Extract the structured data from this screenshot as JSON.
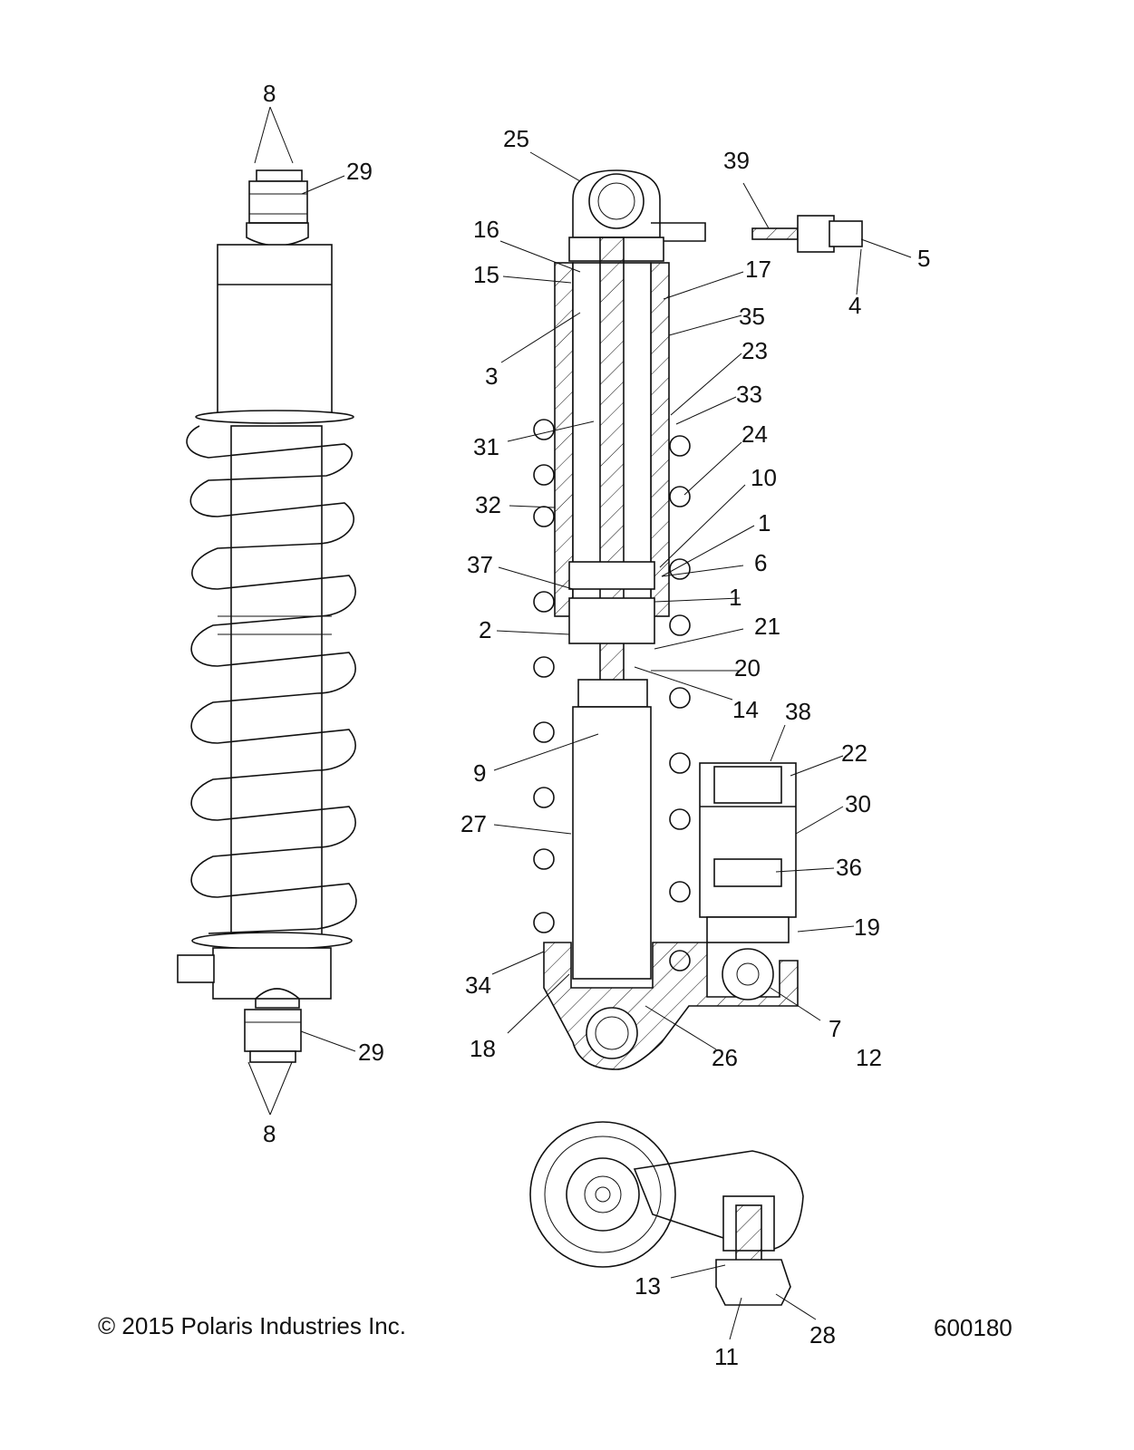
{
  "callouts": [
    {
      "id": "c-8-top",
      "text": "8"
    },
    {
      "id": "c-29-top",
      "text": "29"
    },
    {
      "id": "c-25",
      "text": "25"
    },
    {
      "id": "c-39",
      "text": "39"
    },
    {
      "id": "c-16",
      "text": "16"
    },
    {
      "id": "c-5",
      "text": "5"
    },
    {
      "id": "c-15",
      "text": "15"
    },
    {
      "id": "c-17",
      "text": "17"
    },
    {
      "id": "c-4",
      "text": "4"
    },
    {
      "id": "c-35",
      "text": "35"
    },
    {
      "id": "c-3",
      "text": "3"
    },
    {
      "id": "c-23",
      "text": "23"
    },
    {
      "id": "c-33",
      "text": "33"
    },
    {
      "id": "c-31",
      "text": "31"
    },
    {
      "id": "c-24",
      "text": "24"
    },
    {
      "id": "c-10",
      "text": "10"
    },
    {
      "id": "c-32",
      "text": "32"
    },
    {
      "id": "c-1-a",
      "text": "1"
    },
    {
      "id": "c-37",
      "text": "37"
    },
    {
      "id": "c-6",
      "text": "6"
    },
    {
      "id": "c-1-b",
      "text": "1"
    },
    {
      "id": "c-2",
      "text": "2"
    },
    {
      "id": "c-21",
      "text": "21"
    },
    {
      "id": "c-20",
      "text": "20"
    },
    {
      "id": "c-14",
      "text": "14"
    },
    {
      "id": "c-38",
      "text": "38"
    },
    {
      "id": "c-22",
      "text": "22"
    },
    {
      "id": "c-9",
      "text": "9"
    },
    {
      "id": "c-30",
      "text": "30"
    },
    {
      "id": "c-27",
      "text": "27"
    },
    {
      "id": "c-36",
      "text": "36"
    },
    {
      "id": "c-19",
      "text": "19"
    },
    {
      "id": "c-34",
      "text": "34"
    },
    {
      "id": "c-7",
      "text": "7"
    },
    {
      "id": "c-18",
      "text": "18"
    },
    {
      "id": "c-26",
      "text": "26"
    },
    {
      "id": "c-12",
      "text": "12"
    },
    {
      "id": "c-29-bottom",
      "text": "29"
    },
    {
      "id": "c-8-bottom",
      "text": "8"
    },
    {
      "id": "c-13",
      "text": "13"
    },
    {
      "id": "c-28",
      "text": "28"
    },
    {
      "id": "c-11",
      "text": "11"
    }
  ],
  "footer": {
    "copyright": "© 2015 Polaris Industries Inc.",
    "figure_number": "600180"
  }
}
